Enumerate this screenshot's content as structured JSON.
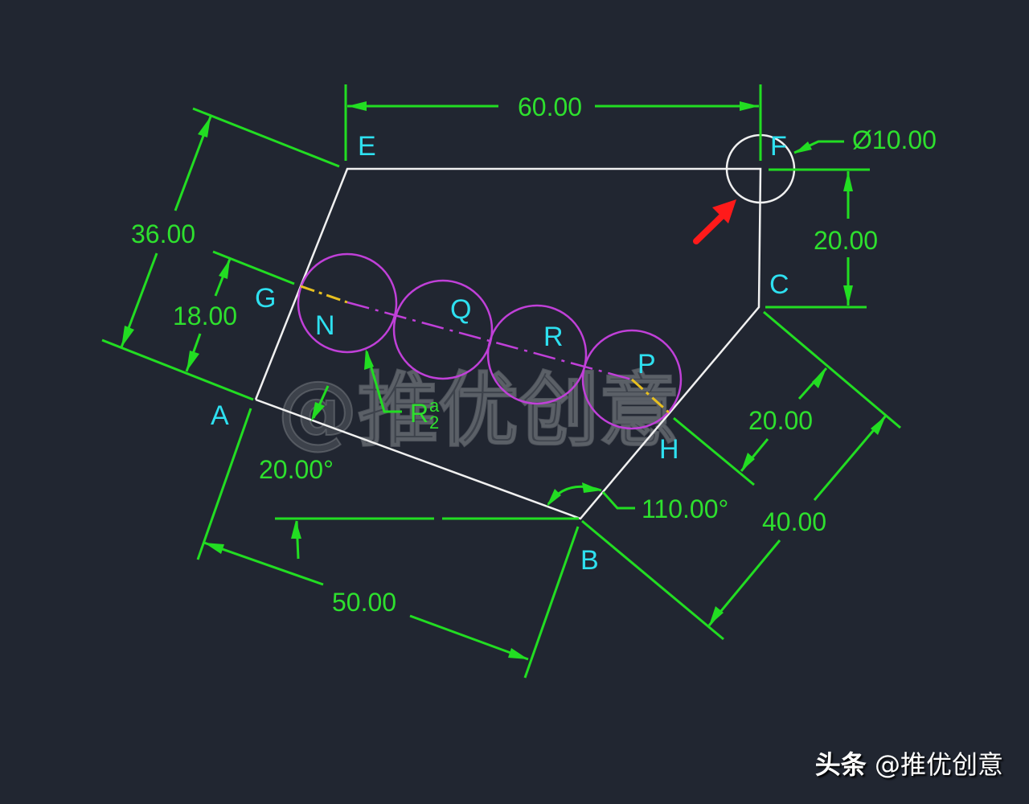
{
  "drawing": {
    "background": "#212631",
    "colors": {
      "dimension": "#22dd22",
      "geometry": "#f0f0f0",
      "point_label": "#2ee0f0",
      "circle": "#c040d8",
      "centerline_end": "#e8c020",
      "arrow_marker": "#ff1a1a"
    },
    "points": {
      "A": "A",
      "B": "B",
      "C": "C",
      "E": "E",
      "F": "F",
      "G": "G",
      "H": "H",
      "N": "N",
      "Q": "Q",
      "R": "R",
      "P": "P"
    },
    "dimensions": {
      "top_width": "60.00",
      "diameter_F": "Ø10.00",
      "right_vertical": "20.00",
      "left_outer": "36.00",
      "left_inner": "18.00",
      "angle_A": "20.00°",
      "angle_B": "110.00°",
      "bottom_AB": "50.00",
      "BC_offset": "20.00",
      "BC_length": "40.00",
      "radius_label": "R",
      "radius_sup": "a",
      "radius_sub": "2"
    },
    "watermark": "@推优创意"
  },
  "credit": {
    "platform": "头条",
    "handle": "@推优创意"
  }
}
